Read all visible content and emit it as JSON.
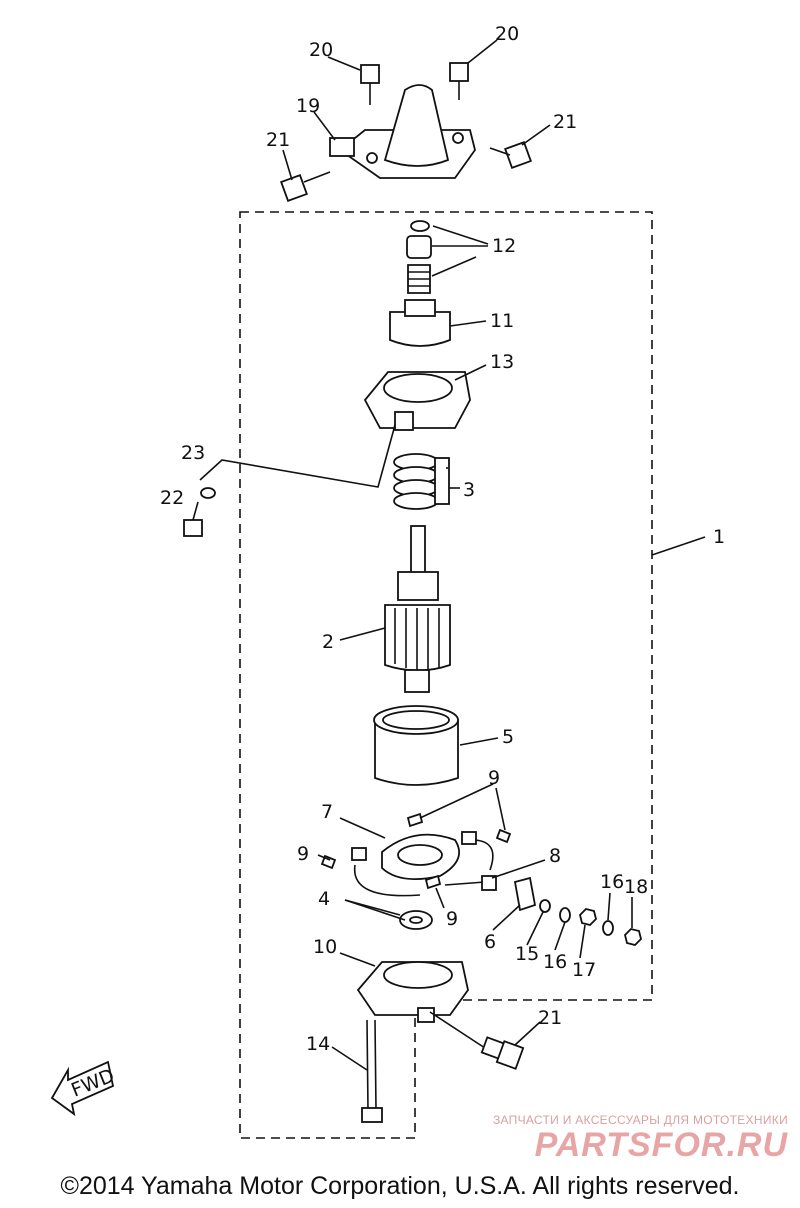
{
  "labels": {
    "p1": "1",
    "p2": "2",
    "p3": "3",
    "p4": "4",
    "p5": "5",
    "p6": "6",
    "p7": "7",
    "p8": "8",
    "p9a": "9",
    "p9b": "9",
    "p9c": "9",
    "p10": "10",
    "p11": "11",
    "p12": "12",
    "p13": "13",
    "p14": "14",
    "p15": "15",
    "p16a": "16",
    "p16b": "16",
    "p17": "17",
    "p18": "18",
    "p19": "19",
    "p20a": "20",
    "p20b": "20",
    "p21a": "21",
    "p21b": "21",
    "p21c": "21",
    "p22": "22",
    "p23": "23"
  },
  "fwd_arrow_label": "FWD",
  "watermark": {
    "subtitle": "ЗАПЧАСТИ И АКСЕССУАРЫ ДЛЯ МОТОТЕХНИКИ",
    "brand": "PARTSFOR.RU"
  },
  "copyright": "©2014 Yamaha Motor Corporation, U.S.A. All rights reserved.",
  "colors": {
    "ink": "#111111",
    "watermark": "#e8a5a5"
  }
}
